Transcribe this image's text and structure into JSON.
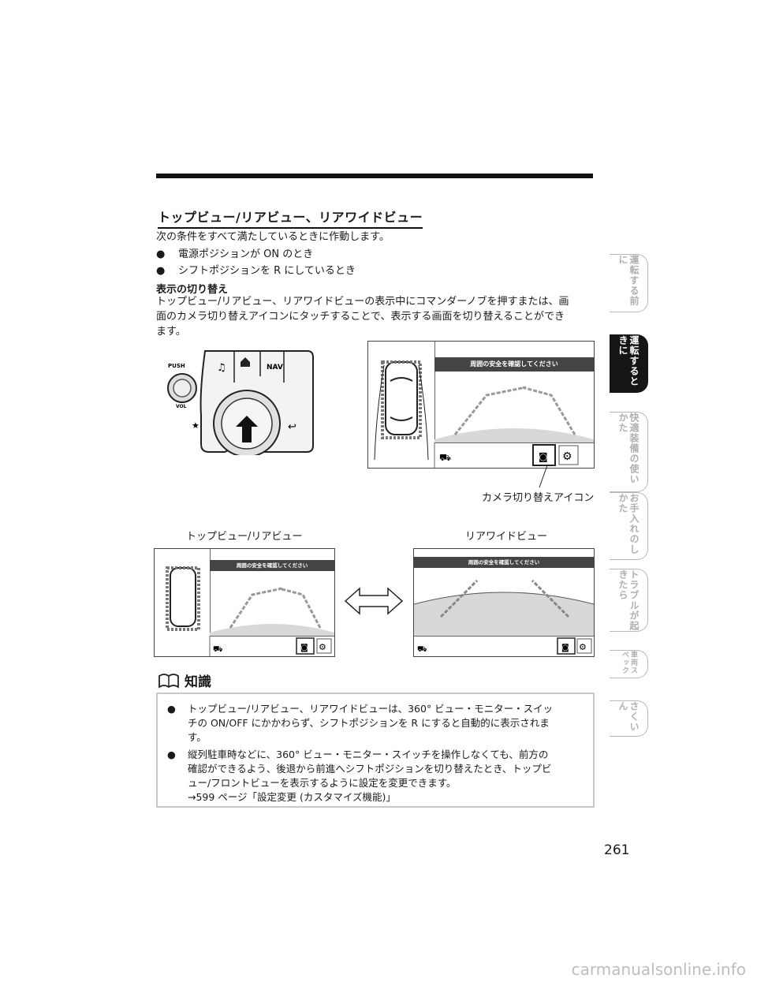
{
  "section": {
    "heading": "トップビュー/リアビュー、リアワイドビュー",
    "intro": "次の条件をすべて満たしているときに作動します。",
    "bullets": [
      "電源ポジションが ON のとき",
      "シフトポジションを R にしているとき"
    ],
    "subheading": "表示の切り替え",
    "paragraph": [
      "トップビュー/リアビュー、リアワイドビューの表示中にコマンダーノブを押すまたは、画",
      "面のカメラ切り替えアイコンにタッチすることで、表示する画面を切り替えることができ",
      "ます。"
    ]
  },
  "commander": {
    "push_label": "PUSH",
    "vol_label": "VOL",
    "nav_label": "NAV"
  },
  "screen_message": "周囲の安全を確認してください",
  "camera_icon_caption": "カメラ切り替えアイコン",
  "view_labels": {
    "top_rear": "トップビュー/リアビュー",
    "rear_wide": "リアワイドビュー"
  },
  "knowledge": {
    "title": "知識",
    "items": [
      [
        "トップビュー/リアビュー、リアワイドビューは、360° ビュー・モニター・スイッ",
        "チの ON/OFF にかかわらず、シフトポジションを R にすると自動的に表示されま",
        "す。"
      ],
      [
        "縦列駐車時などに、360° ビュー・モニター・スイッチを操作しなくても、前方の",
        "確認ができるよう、後退から前進へシフトポジションを切り替えたとき、トップビ",
        "ュー/フロントビューを表示するように設定を変更できます。",
        "→599 ページ「設定変更 (カスタマイズ機能)」"
      ]
    ]
  },
  "side_tabs": [
    {
      "label": "運転する前に",
      "active": false
    },
    {
      "label": "運転するときに",
      "active": true
    },
    {
      "label": "快適装備の使いかた",
      "active": false
    },
    {
      "label": "お手入れのしかた",
      "active": false
    },
    {
      "label": "トラブルが起きたら",
      "active": false
    },
    {
      "label": "車両スペック",
      "active": false
    },
    {
      "label": "さくいん",
      "active": false
    }
  ],
  "page_number": "261",
  "watermark": "carmanualsonline.info"
}
